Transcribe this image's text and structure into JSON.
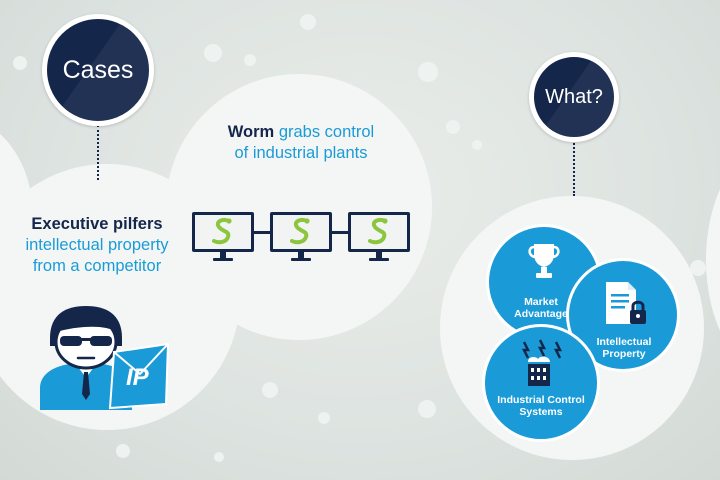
{
  "cases_badge": {
    "label": "Cases"
  },
  "what_badge": {
    "label": "What?"
  },
  "case_executive": {
    "bold": "Executive pilfers",
    "rest": " intellectual property from a competitor",
    "envelope_label": "IP"
  },
  "case_worm": {
    "bold": "Worm",
    "rest": " grabs control of industrial plants",
    "worm_glyph": "§"
  },
  "venn": {
    "market_advantage": "Market Advantage",
    "intellectual_property": "Intellectual Property",
    "industrial_control": "Industrial Control Systems"
  },
  "icons": [
    "person-icon",
    "envelope-icon",
    "monitor-icon",
    "worm-icon",
    "trophy-icon",
    "document-lock-icon",
    "factory-icon"
  ],
  "colors": {
    "navy": "#15264b",
    "blue": "#1a9bd7",
    "bubble": "#f4f6f5",
    "worm_green": "#8cc63f"
  }
}
